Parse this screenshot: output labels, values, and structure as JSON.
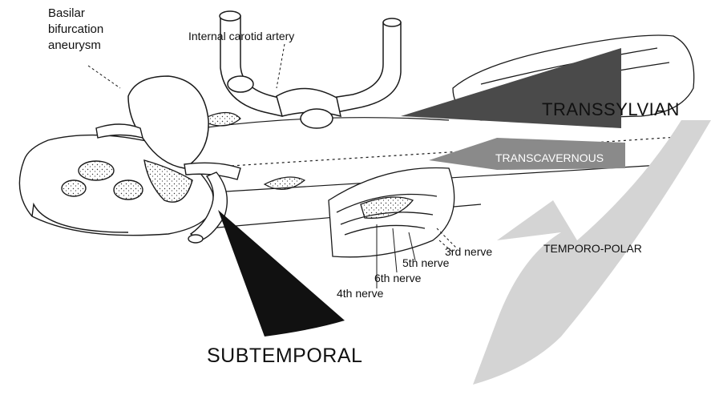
{
  "labels": {
    "aneurysm": [
      "Basilar",
      "bifurcation",
      "aneurysm"
    ],
    "carotid": "Internal carotid artery",
    "nerve3": "3rd nerve",
    "nerve5": "5th nerve",
    "nerve6": "6th nerve",
    "nerve4": "4th nerve"
  },
  "approaches": {
    "transsylvian": "TRANSSYLVIAN",
    "transcavernous": "TRANSCAVERNOUS",
    "temporo_polar": "TEMPORO-POLAR",
    "subtemporal": "SUBTEMPORAL"
  },
  "colors": {
    "transsylvian_arrow": "#4a4a4a",
    "transcavernous_arrow": "#8a8a8a",
    "temporo_polar_arrow": "#d4d4d4",
    "subtemporal_arrow": "#111111",
    "line_art": "#1a1a1a"
  }
}
